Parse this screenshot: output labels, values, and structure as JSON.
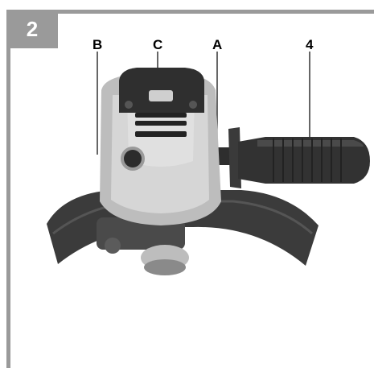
{
  "figure": {
    "number": "2",
    "callouts": {
      "b": "B",
      "c": "C",
      "a": "A",
      "four": "4"
    }
  },
  "colors": {
    "frame": "#9a9a9a",
    "tool_dark": "#3a3a3a",
    "tool_light": "#c9c9c9"
  }
}
